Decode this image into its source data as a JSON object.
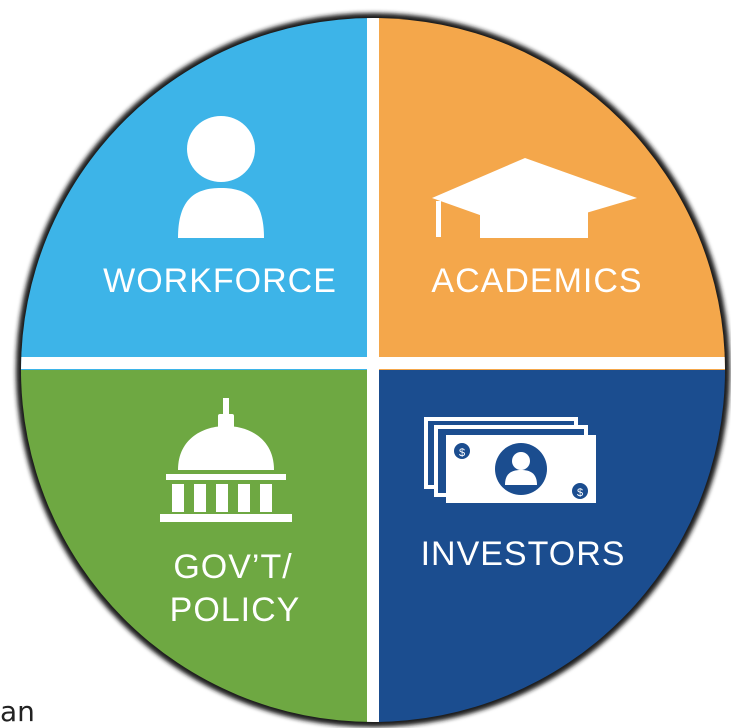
{
  "quadrants": {
    "workforce": {
      "label": "WORKFORCE",
      "color": "#3db4e8",
      "icon": "person-icon"
    },
    "academics": {
      "label": "ACADEMICS",
      "color": "#f4a74b",
      "icon": "graduation-cap-icon"
    },
    "policy": {
      "label_line1": "GOV’T/",
      "label_line2": "POLICY",
      "color": "#6ea842",
      "icon": "capitol-dome-icon"
    },
    "investors": {
      "label": "INVESTORS",
      "color": "#1b4d8f",
      "icon": "money-stack-icon"
    }
  },
  "ring_color": "#1e1e1e",
  "divider_color": "#ffffff",
  "corner_text": "an"
}
